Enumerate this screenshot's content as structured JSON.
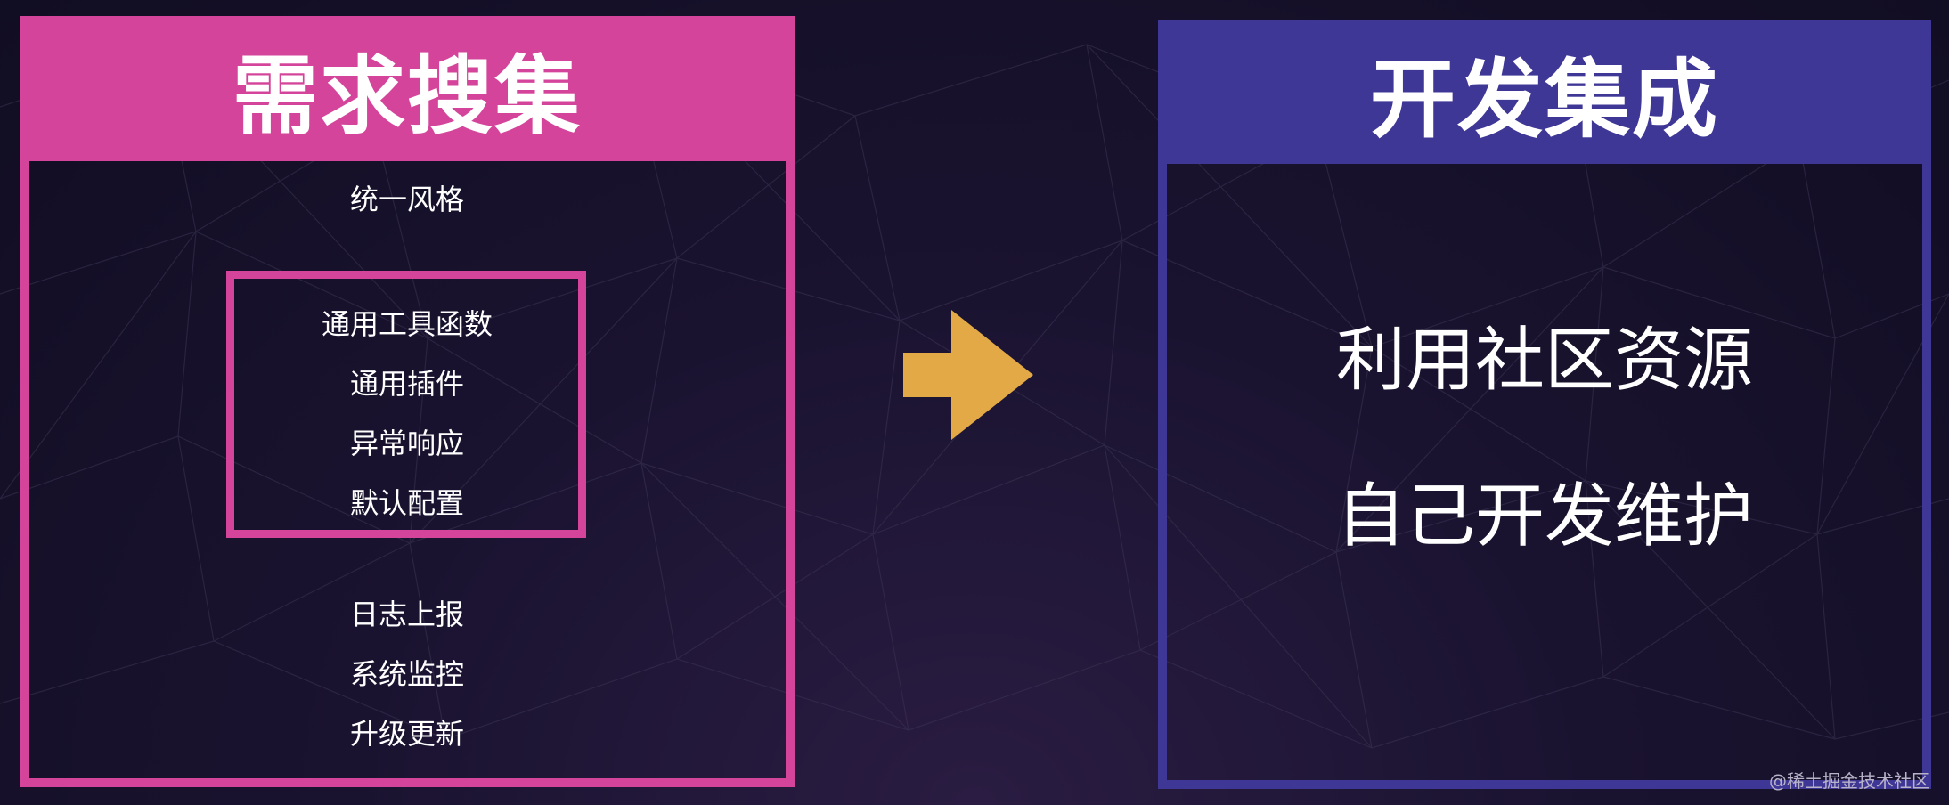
{
  "left": {
    "title": "需求搜集",
    "top_item": "统一风格",
    "boxed_items": [
      "通用工具函数",
      "通用插件",
      "异常响应",
      "默认配置"
    ],
    "bottom_items": [
      "日志上报",
      "系统监控",
      "升级更新"
    ]
  },
  "right": {
    "title": "开发集成",
    "lines": [
      "利用社区资源",
      "自己开发维护"
    ]
  },
  "watermark": "@稀土掘金技术社区",
  "colors": {
    "left_accent": "#d3449a",
    "right_accent": "#3f3796",
    "arrow": "#e2a946",
    "background": "#150f28"
  }
}
